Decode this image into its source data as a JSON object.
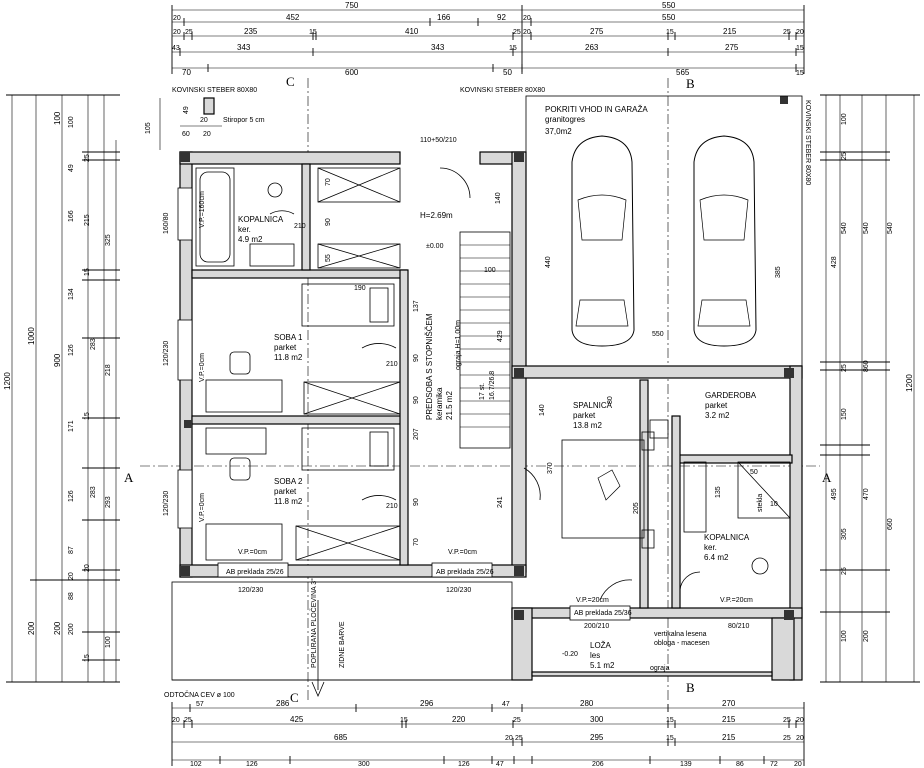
{
  "plan": {
    "steel_column_1": "KOVINSKI STEBER 80X80",
    "steel_column_2": "KOVINSKI STEBER 80X80",
    "steel_column_right": "KOVINSKI STEBER 80X80",
    "insulation_note": "Stiropor 5 cm",
    "drain_pipe": "ODTOČNA CEV ø 100",
    "section_labels": [
      "A",
      "A",
      "B",
      "B",
      "C",
      "C"
    ],
    "rooms": {
      "bath1": {
        "name": "KOPALNICA",
        "finish": "ker.",
        "area": "4.9 m2"
      },
      "soba1": {
        "name": "SOBA 1",
        "finish": "parket",
        "area": "11.8 m2"
      },
      "soba2": {
        "name": "SOBA 2",
        "finish": "parket",
        "area": "11.8 m2"
      },
      "hall": {
        "name": "PREDSOBA S STOPNIŠČEM",
        "finish": "keramika",
        "area": "21.5 m2"
      },
      "garage": {
        "name": "POKRITI VHOD IN GARAŽA",
        "finish": "granitogres",
        "area": "37,0m2"
      },
      "bedroom": {
        "name": "SPALNICA",
        "finish": "parket",
        "area": "13.8 m2"
      },
      "wardrobe": {
        "name": "GARDEROBA",
        "finish": "parket",
        "area": "3.2 m2"
      },
      "bath2": {
        "name": "KOPALNICA",
        "finish": "ker.",
        "area": "6.4 m2"
      },
      "loggia": {
        "name": "LOŽA",
        "finish": "les",
        "area": "5.1 m2"
      }
    },
    "labels": {
      "ceiling_height": "H=2.69m",
      "level_1": "±0.00",
      "level_2": "-0.20",
      "door_entry": "110+50/210",
      "stairs_ograja": "ograja H=1.00m",
      "stairs_steps": "17 st.",
      "stairs_size": "16.7/26.8",
      "stairs_width": "100",
      "vp_left1": "V.P.=0cm",
      "vp_left2": "V.P.=0cm",
      "vp_bath": "V.P.=160cm",
      "vp_bottom1": "V.P.=0cm",
      "vp_bottom2": "V.P.=0cm",
      "vp_bed": "V.P.=20cm",
      "vp_bath2": "V.P.=20cm",
      "lintel1": "AB preklada 25/26",
      "lintel2": "AB preklada 25/26",
      "lintel3": "AB preklada 25/36",
      "win1": "120/230",
      "win2": "120/230",
      "win_bottom1": "120/230",
      "win_bottom2": "120/230",
      "win_bath": "160/80",
      "door_bed": "200/210",
      "door_bath2": "80/210",
      "cladding_note1": "vertikalna lesena",
      "cladding_note2": "obloga - macesen",
      "ograja": "ograja",
      "terrace_note1": "POPLIRANA PLOČEVINA 3°",
      "terrace_note2": "ZIDNE BARVE",
      "garage_550": "550",
      "garage_440": "440",
      "garage_385": "385",
      "shower": "stekla"
    },
    "dims": {
      "top1": [
        "750",
        "550"
      ],
      "top2": [
        "20",
        "452",
        "166",
        "92",
        "20",
        "550"
      ],
      "top3": [
        "20",
        "25",
        "235",
        "15",
        "410",
        "25",
        "20",
        "275",
        "15",
        "215",
        "25",
        "20"
      ],
      "top4": [
        "43",
        "343",
        "343",
        "15",
        "263",
        "275",
        "15"
      ],
      "top5": [
        "70",
        "600",
        "50",
        "565",
        "15"
      ],
      "top6": [
        "105",
        "49",
        "20",
        "60",
        "20"
      ],
      "bot1": [
        "57",
        "286",
        "296",
        "47",
        "280",
        "270"
      ],
      "bot2": [
        "20",
        "25",
        "425",
        "15",
        "220",
        "25",
        "300",
        "15",
        "215",
        "25",
        "20"
      ],
      "bot3": [
        "685",
        "20",
        "25",
        "295",
        "15",
        "215",
        "25",
        "20"
      ],
      "bot4": [
        "102",
        "126",
        "300",
        "126",
        "47",
        "206",
        "139",
        "86",
        "72",
        "20"
      ],
      "left_outer": [
        "1200"
      ],
      "left2": [
        "1000",
        "200"
      ],
      "left3": [
        "900",
        "200",
        "100"
      ],
      "left4": [
        "100",
        "49",
        "166",
        "134",
        "126",
        "171",
        "126",
        "87",
        "20",
        "88",
        "200"
      ],
      "left5": [
        "25",
        "215",
        "15",
        "126",
        "20",
        "25",
        "100"
      ],
      "left6": [
        "325",
        "283",
        "218",
        "283",
        "293",
        "25",
        "100"
      ],
      "right1": [
        "100",
        "25",
        "540",
        "25",
        "150",
        "305",
        "25",
        "100"
      ],
      "right2": [
        "540",
        "860",
        "470",
        "660",
        "200"
      ],
      "right3": [
        "1200"
      ],
      "right_in": [
        "428",
        "495",
        "385",
        "550"
      ]
    },
    "furniture_dims": {
      "f1": "70",
      "f2": "90",
      "f3": "55",
      "f4": "140",
      "f5": "190",
      "f6": "137",
      "f7": "90",
      "f8": "90",
      "f9": "207",
      "f10": "90",
      "f11": "70",
      "f12": "241",
      "f13": "140",
      "f14": "80",
      "f15": "370",
      "f16": "205",
      "f17": "135",
      "f18": "429",
      "f19": "210",
      "f20": "210",
      "f21": "210",
      "f22": "50",
      "f23": "10"
    }
  }
}
